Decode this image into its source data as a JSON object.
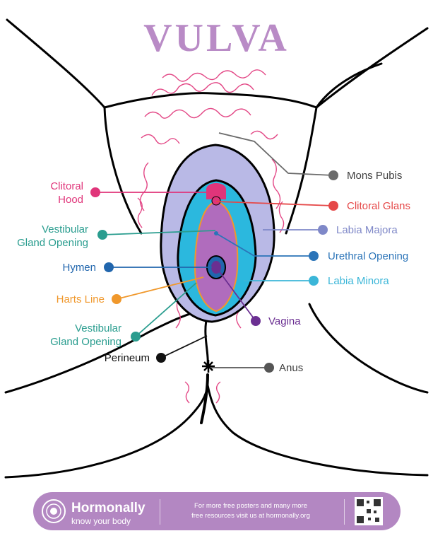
{
  "title": "VULVA",
  "colors": {
    "title": "#b98bc6",
    "footer": "#b387c2",
    "skin_outline": "#000000",
    "hair": "#e0357a",
    "labia_majora": "#b9b9e6",
    "labia_minora": "#2bb8de",
    "vestibule": "#b06cbd",
    "clitoral_hood": "#e0357a",
    "clitoral_glans": "#e0357a",
    "vagina": "#6a2f91"
  },
  "labels": {
    "mons_pubis": {
      "text": "Mons Pubis",
      "color": "#404040"
    },
    "clitoral_glans": {
      "text": "Clitoral Glans",
      "color": "#e54848"
    },
    "labia_majora": {
      "text": "Labia Majora",
      "color": "#7f88c8"
    },
    "urethral_opening": {
      "text": "Urethral Opening",
      "color": "#2b74b8"
    },
    "labia_minora": {
      "text": "Labia Minora",
      "color": "#3bb6d8"
    },
    "vagina": {
      "text": "Vagina",
      "color": "#6b2f92"
    },
    "anus": {
      "text": "Anus",
      "color": "#404040"
    },
    "clitoral_hood": {
      "line1": "Clitoral",
      "line2": "Hood",
      "color": "#e0357a"
    },
    "vestibular_gland_1": {
      "line1": "Vestibular",
      "line2": "Gland Opening",
      "color": "#2a9d8f"
    },
    "hymen": {
      "text": "Hymen",
      "color": "#2166ad"
    },
    "harts_line": {
      "text": "Harts Line",
      "color": "#f0982c"
    },
    "vestibular_gland_2": {
      "line1": "Vestibular",
      "line2": "Gland Opening",
      "color": "#2a9d8f"
    },
    "perineum": {
      "text": "Perineum",
      "color": "#111111"
    }
  },
  "footer": {
    "brand": "Hormonally",
    "tagline": "know your body",
    "promo_line1": "For more free posters and many more",
    "promo_line2": "free resources visit us at hormonally.org"
  }
}
